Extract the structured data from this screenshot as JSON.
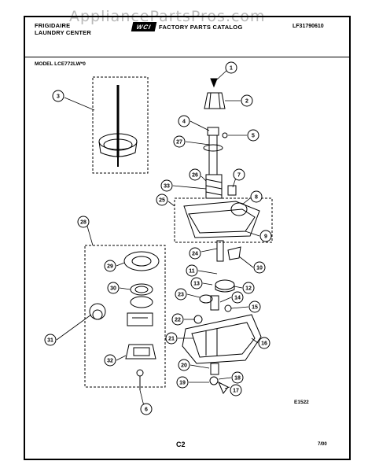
{
  "header": {
    "brand_line1": "FRIGIDAIRE",
    "brand_line2": "LAUNDRY CENTER",
    "logo_text": "WCI",
    "catalog_title": "FACTORY PARTS CATALOG",
    "catalog_number": "LF31790610"
  },
  "model_label": "MODEL LCE772LW*0",
  "watermark": "AppliancePartsPros.com",
  "diagram_code": "E1522",
  "page_number": "C2",
  "date_code": "7/00",
  "callouts": [
    {
      "id": "c1",
      "label": "1"
    },
    {
      "id": "c2",
      "label": "2"
    },
    {
      "id": "c3",
      "label": "3"
    },
    {
      "id": "c4",
      "label": "4"
    },
    {
      "id": "c5",
      "label": "5"
    },
    {
      "id": "c6",
      "label": "6"
    },
    {
      "id": "c7",
      "label": "7"
    },
    {
      "id": "c8",
      "label": "8"
    },
    {
      "id": "c9",
      "label": "9"
    },
    {
      "id": "c10",
      "label": "10"
    },
    {
      "id": "c11",
      "label": "11"
    },
    {
      "id": "c12",
      "label": "12"
    },
    {
      "id": "c13",
      "label": "13"
    },
    {
      "id": "c14",
      "label": "14"
    },
    {
      "id": "c15",
      "label": "15"
    },
    {
      "id": "c16",
      "label": "16"
    },
    {
      "id": "c17",
      "label": "17"
    },
    {
      "id": "c18",
      "label": "18"
    },
    {
      "id": "c19",
      "label": "19"
    },
    {
      "id": "c20",
      "label": "20"
    },
    {
      "id": "c21",
      "label": "21"
    },
    {
      "id": "c22",
      "label": "22"
    },
    {
      "id": "c23",
      "label": "23"
    },
    {
      "id": "c24",
      "label": "24"
    },
    {
      "id": "c25",
      "label": "25"
    },
    {
      "id": "c26",
      "label": "26"
    },
    {
      "id": "c27",
      "label": "27"
    },
    {
      "id": "c28",
      "label": "28"
    },
    {
      "id": "c29",
      "label": "29"
    },
    {
      "id": "c30",
      "label": "30"
    },
    {
      "id": "c31",
      "label": "31"
    },
    {
      "id": "c32",
      "label": "32"
    },
    {
      "id": "c33",
      "label": "33"
    }
  ]
}
